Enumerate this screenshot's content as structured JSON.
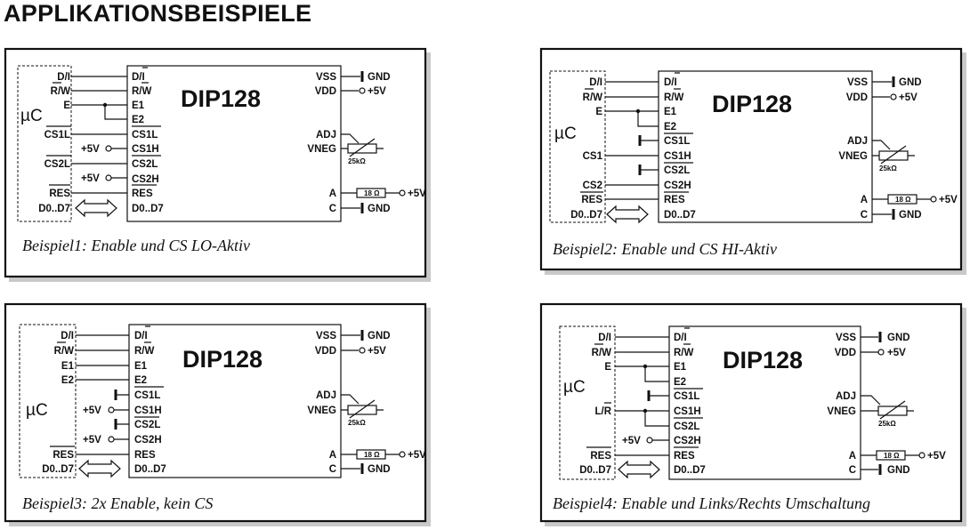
{
  "page": {
    "title": "APPLIKATIONSBEISPIELE"
  },
  "examples": [
    {
      "caption": "Beispiel1: Enable und CS LO-Aktiv",
      "chip": "DIP128",
      "mcu": "µC",
      "left_pins": [
        "D/I",
        "R/W",
        "E1",
        "E2",
        "CS1L",
        "CS1H",
        "CS2L",
        "CS2H",
        "RES",
        "D0..D7"
      ],
      "mcu_signals": [
        "D/I",
        "R/W",
        "E",
        "CS1L",
        "CS2L",
        "RES",
        "D0..D7"
      ],
      "right_pins": [
        "VSS",
        "VDD",
        "ADJ",
        "VNEG",
        "A",
        "C"
      ],
      "labels": {
        "gnd": "GND",
        "plus5v": "+5V",
        "pot": "25kΩ",
        "resistor": "18 Ω"
      }
    },
    {
      "caption": "Beispiel2: Enable und CS HI-Aktiv",
      "chip": "DIP128",
      "mcu": "µC",
      "left_pins": [
        "D/I",
        "R/W",
        "E1",
        "E2",
        "CS1L",
        "CS1H",
        "CS2L",
        "CS2H",
        "RES",
        "D0..D7"
      ],
      "mcu_signals": [
        "D/I",
        "R/W",
        "E",
        "CS1",
        "CS2",
        "RES",
        "D0..D7"
      ],
      "right_pins": [
        "VSS",
        "VDD",
        "ADJ",
        "VNEG",
        "A",
        "C"
      ],
      "labels": {
        "gnd": "GND",
        "plus5v": "+5V",
        "pot": "25kΩ",
        "resistor": "18 Ω"
      }
    },
    {
      "caption": "Beispiel3: 2x Enable, kein CS",
      "chip": "DIP128",
      "mcu": "µC",
      "left_pins": [
        "D/I",
        "R/W",
        "E1",
        "E2",
        "CS1L",
        "CS1H",
        "CS2L",
        "CS2H",
        "RES",
        "D0..D7"
      ],
      "mcu_signals": [
        "D/I",
        "R/W",
        "E1",
        "E2",
        "RES",
        "D0..D7"
      ],
      "right_pins": [
        "VSS",
        "VDD",
        "ADJ",
        "VNEG",
        "A",
        "C"
      ],
      "labels": {
        "gnd": "GND",
        "plus5v": "+5V",
        "pot": "25kΩ",
        "resistor": "18 Ω"
      }
    },
    {
      "caption": "Beispiel4: Enable und Links/Rechts Umschaltung",
      "chip": "DIP128",
      "mcu": "µC",
      "left_pins": [
        "D/I",
        "R/W",
        "E1",
        "E2",
        "CS1L",
        "CS1H",
        "CS2L",
        "CS2H",
        "RES",
        "D0..D7"
      ],
      "mcu_signals": [
        "D/I",
        "R/W",
        "E",
        "L/R",
        "RES",
        "D0..D7"
      ],
      "right_pins": [
        "VSS",
        "VDD",
        "ADJ",
        "VNEG",
        "A",
        "C"
      ],
      "labels": {
        "gnd": "GND",
        "plus5v": "+5V",
        "pot": "25kΩ",
        "resistor": "18 Ω"
      }
    }
  ]
}
